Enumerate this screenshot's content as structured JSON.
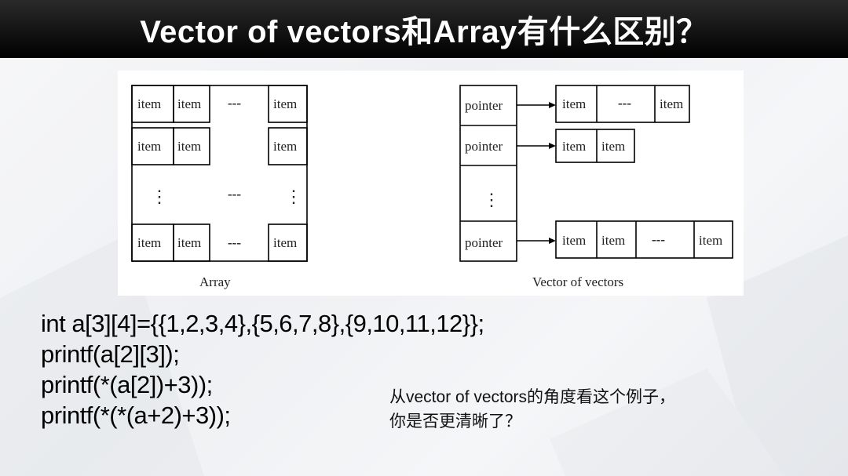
{
  "slide": {
    "title": "Vector of vectors和Array有什么区别？"
  },
  "figure": {
    "array": {
      "caption": "Array",
      "item_label": "item",
      "ellipsis": "---",
      "vdots": "⋮"
    },
    "vector": {
      "caption": "Vector of vectors",
      "pointer_label": "pointer",
      "item_label": "item",
      "ellipsis": "---",
      "vdots": "⋮"
    }
  },
  "code": {
    "lines": [
      "int a[3][4]={{1,2,3,4},{5,6,7,8},{9,10,11,12}};",
      "printf(a[2][3]);",
      "printf(*(a[2])+3));",
      "printf(*(*(a+2)+3));"
    ]
  },
  "note": {
    "line1": "从vector of vectors的角度看这个例子，",
    "line2": "你是否更清晰了？"
  },
  "colors": {
    "title_bg": "#000000",
    "title_text": "#ffffff"
  }
}
